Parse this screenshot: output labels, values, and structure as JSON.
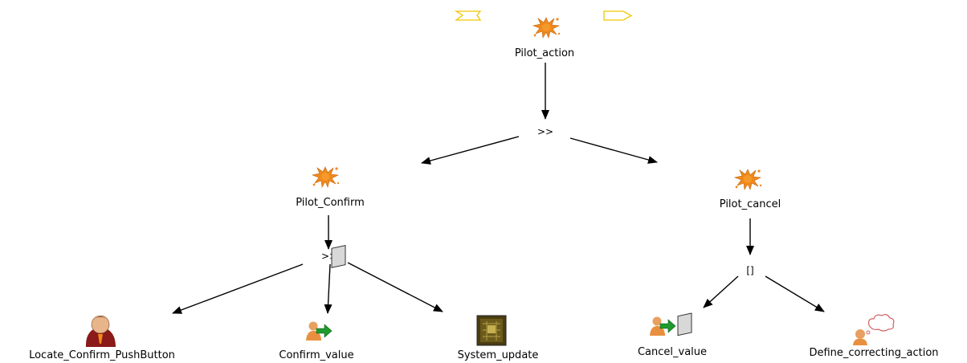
{
  "tree": {
    "root": {
      "label": "Pilot_action",
      "type": "abstract-task-icon"
    },
    "root_operator": ">>",
    "pilot_confirm": {
      "label": "Pilot_Confirm",
      "type": "abstract-task-icon"
    },
    "confirm_operator": ">>",
    "pilot_cancel": {
      "label": "Pilot_cancel",
      "type": "abstract-task-icon"
    },
    "cancel_operator": "[]",
    "locate_confirm": {
      "label": "Locate_Confirm_PushButton",
      "type": "user-task-icon"
    },
    "confirm_value": {
      "label": "Confirm_value",
      "type": "interaction-task-icon"
    },
    "system_update": {
      "label": "System_update",
      "type": "system-task-icon"
    },
    "cancel_value": {
      "label": "Cancel_value",
      "type": "interaction-task-icon"
    },
    "define_correcting": {
      "label": "Define_correcting_action",
      "type": "cognitive-task-icon"
    }
  },
  "colors": {
    "abstract": "#f08a1c",
    "nav_arrows": "#f2c500",
    "user_body": "#8b1a1a",
    "interaction_arrow": "#1f9a2e",
    "system": "#6b5a1a"
  }
}
